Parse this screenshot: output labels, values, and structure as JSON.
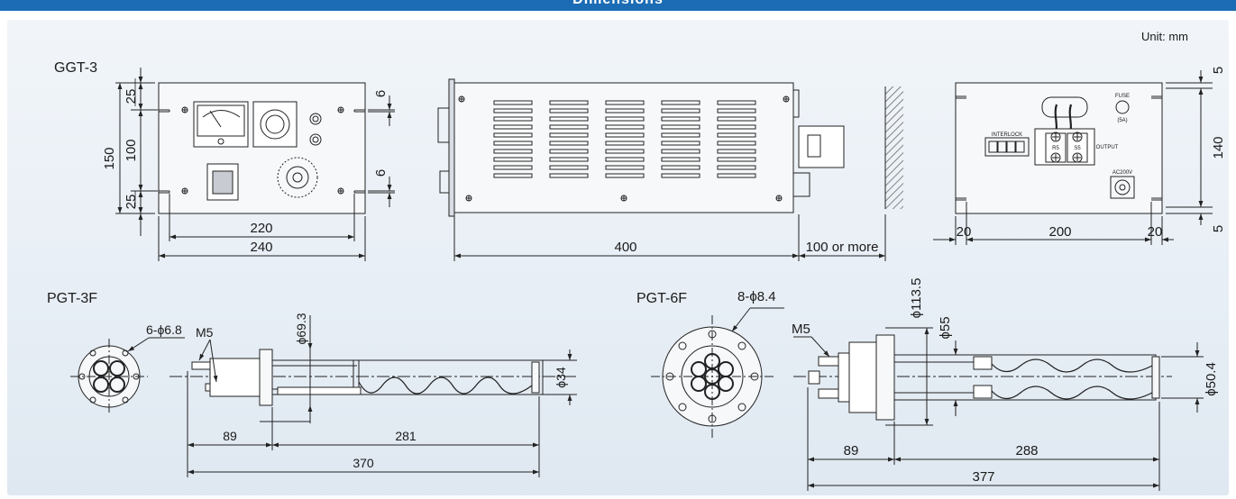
{
  "header": {
    "title": "Dimensions"
  },
  "unit": "Unit: mm",
  "models": {
    "ggt3": "GGT-3",
    "pgt3f": "PGT-3F",
    "pgt6f": "PGT-6F"
  },
  "ggt3_front": {
    "height_total": "150",
    "height_top": "25",
    "height_mid": "100",
    "height_bottom": "25",
    "slot_top": "6",
    "slot_bottom": "6",
    "width_inner": "220",
    "width_outer": "240"
  },
  "ggt3_side": {
    "length": "400",
    "clearance": "100 or more"
  },
  "ggt3_rear": {
    "top_gap": "5",
    "height": "140",
    "bottom_gap": "5",
    "left_margin": "20",
    "width": "200",
    "right_margin": "20",
    "interlock": "INTERLOCK",
    "output": "OUTPUT",
    "fuse": "FUSE",
    "fuse_rating": "(5A)",
    "terminal_r": "R5",
    "terminal_s": "S5",
    "power": "AC200V"
  },
  "pgt3f": {
    "holes": "6-ϕ6.8",
    "thread": "M5",
    "flange_dia": "ϕ69.3",
    "sheath_dia": "ϕ34",
    "length_a": "89",
    "length_b": "281",
    "length_total": "370"
  },
  "pgt6f": {
    "holes": "8-ϕ8.4",
    "thread": "M5",
    "flange_dia": "ϕ113.5",
    "body_dia": "ϕ55",
    "sheath_dia": "ϕ50.4",
    "length_a": "89",
    "length_b": "288",
    "length_total": "377"
  }
}
